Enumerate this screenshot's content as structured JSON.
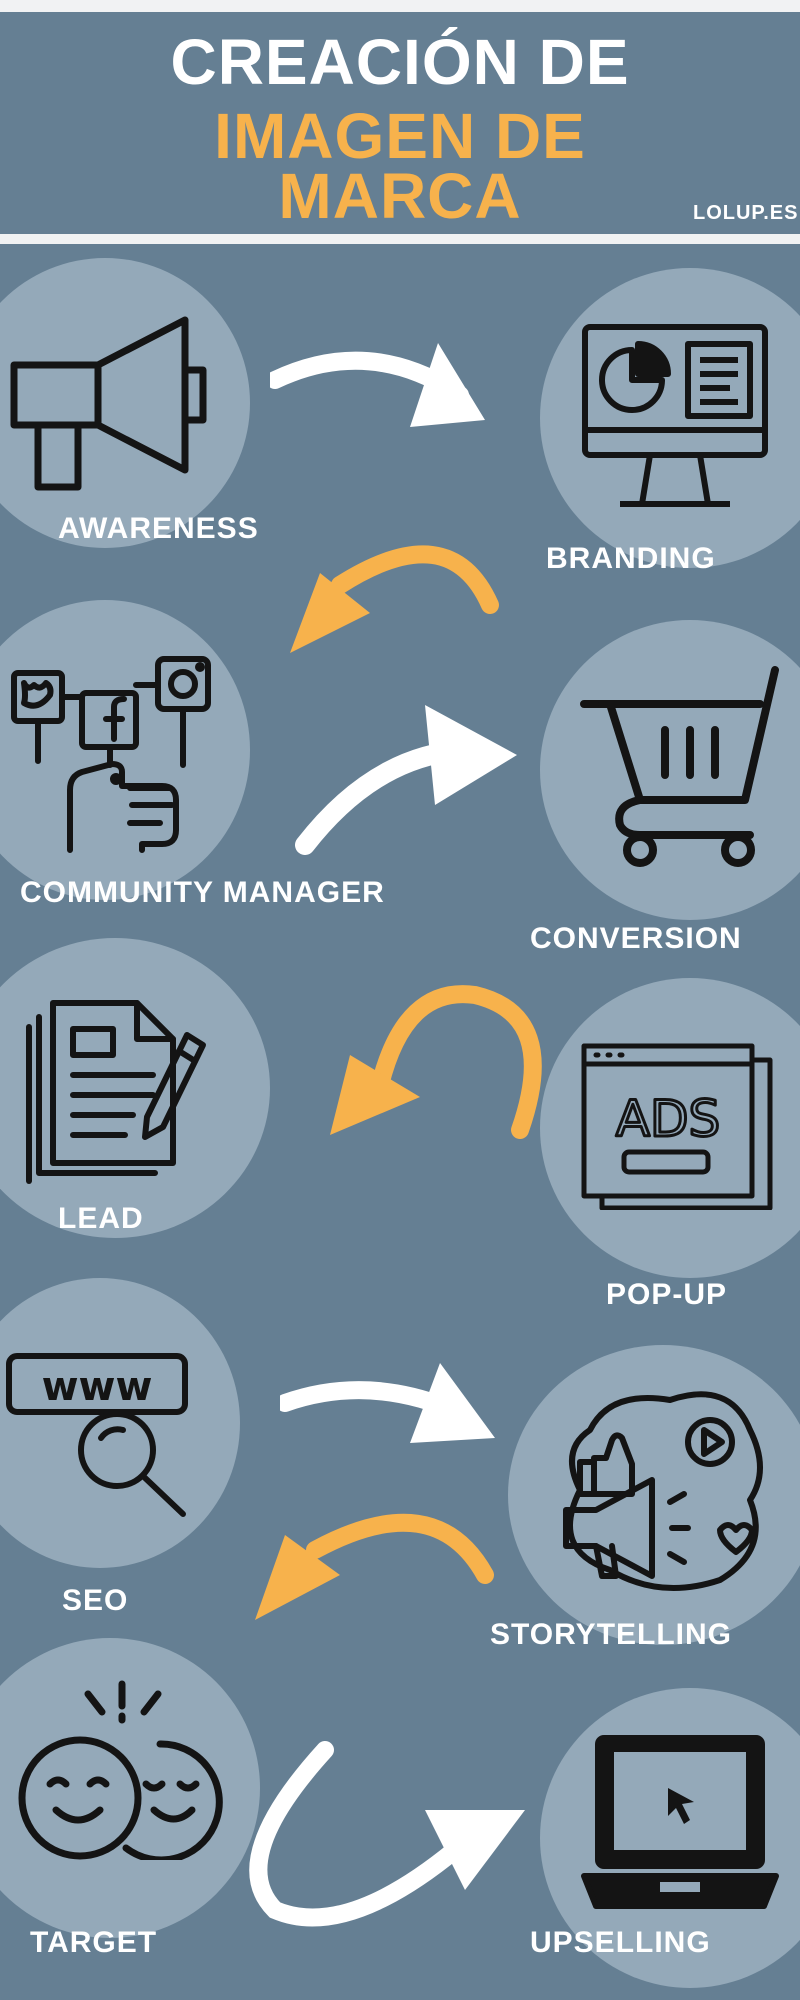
{
  "header": {
    "title_line1": "CREACIÓN DE",
    "title_line2": "IMAGEN DE",
    "title_line3": "MARCA",
    "site": "LOLUP.ES"
  },
  "colors": {
    "background": "#657f93",
    "circle": "#94a9b9",
    "accent": "#f7b24c",
    "text": "#ffffff",
    "icon": "#141414"
  },
  "steps": [
    {
      "label": "AWARENESS",
      "icon": "megaphone-icon"
    },
    {
      "label": "BRANDING",
      "icon": "monitor-chart-icon"
    },
    {
      "label": "COMMUNITY MANAGER",
      "icon": "social-media-hand-icon"
    },
    {
      "label": "CONVERSION",
      "icon": "shopping-cart-icon"
    },
    {
      "label": "LEAD",
      "icon": "document-pen-icon"
    },
    {
      "label": "POP-UP",
      "icon": "ads-window-icon"
    },
    {
      "label": "SEO",
      "icon": "www-search-icon"
    },
    {
      "label": "STORYTELLING",
      "icon": "megaphone-bubble-icon"
    },
    {
      "label": "TARGET",
      "icon": "smiley-faces-icon"
    },
    {
      "label": "UPSELLING",
      "icon": "laptop-cursor-icon"
    }
  ]
}
